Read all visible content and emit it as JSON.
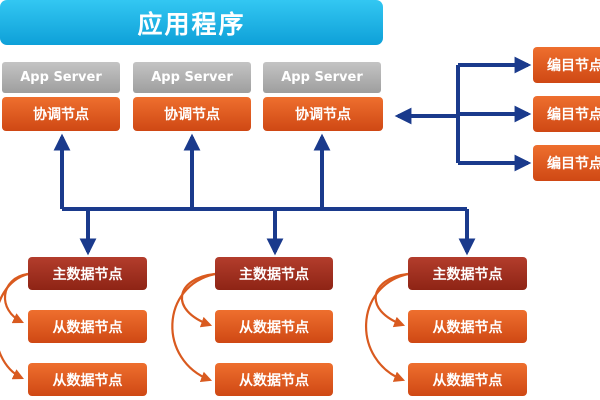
{
  "title": "应用程序",
  "app_servers": [
    "App Server",
    "App Server",
    "App Server"
  ],
  "coordinator_nodes": [
    "协调节点",
    "协调节点",
    "协调节点"
  ],
  "compile_nodes": [
    "编目节点",
    "编目节点",
    "编目节点"
  ],
  "master_nodes": [
    "主数据节点",
    "主数据节点",
    "主数据节点"
  ],
  "slave_nodes": [
    [
      "从数据节点",
      "从数据节点"
    ],
    [
      "从数据节点",
      "从数据节点"
    ],
    [
      "从数据节点",
      "从数据节点"
    ]
  ],
  "colors": {
    "title_bg": "#1aaee5",
    "server_bg": "#b0b0b0",
    "node_orange": "#e05a1f",
    "node_master": "#a0301f",
    "arrow_blue": "#1a3a8c",
    "arrow_orange": "#d95a1f"
  }
}
